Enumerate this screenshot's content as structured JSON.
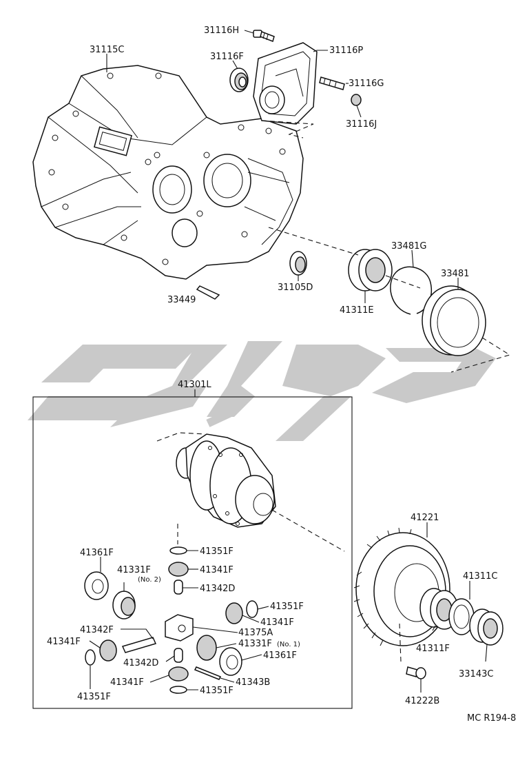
{
  "labels": {
    "p31116H": "31116H",
    "p31115C": "31115C",
    "p31116F": "31116F",
    "p31116P": "31116P",
    "p31116G": "31116G",
    "p31116J": "31116J",
    "p33481G": "33481G",
    "p33481": "33481",
    "p31105D": "31105D",
    "p41311E": "41311E",
    "p33449": "33449",
    "p41301L": "41301L",
    "p41221": "41221",
    "p41361F_a": "41361F",
    "p41331F_a": "41331F",
    "p41331F_a_note": "(No. 2)",
    "p41351F_a": "41351F",
    "p41341F_a": "41341F",
    "p41342D_a": "41342D",
    "p41311C": "41311C",
    "p41351F_b": "41351F",
    "p41341F_b": "41341F",
    "p41342F": "41342F",
    "p41375A": "41375A",
    "p41341F_c": "41341F",
    "p41331F_b": "41331F",
    "p41331F_b_note": "(No. 1)",
    "p41311F": "41311F",
    "p41342D_b": "41342D",
    "p41361F_b": "41361F",
    "p41341F_d": "41341F",
    "p41343B": "41343B",
    "p33143C": "33143C",
    "p41351F_c": "41351F",
    "p41351F_d": "41351F",
    "p41222B": "41222B",
    "ref_code": "MC  R194-8"
  },
  "colors": {
    "ink": "#111111",
    "watermark": "#c9c9c9",
    "background": "#ffffff"
  }
}
